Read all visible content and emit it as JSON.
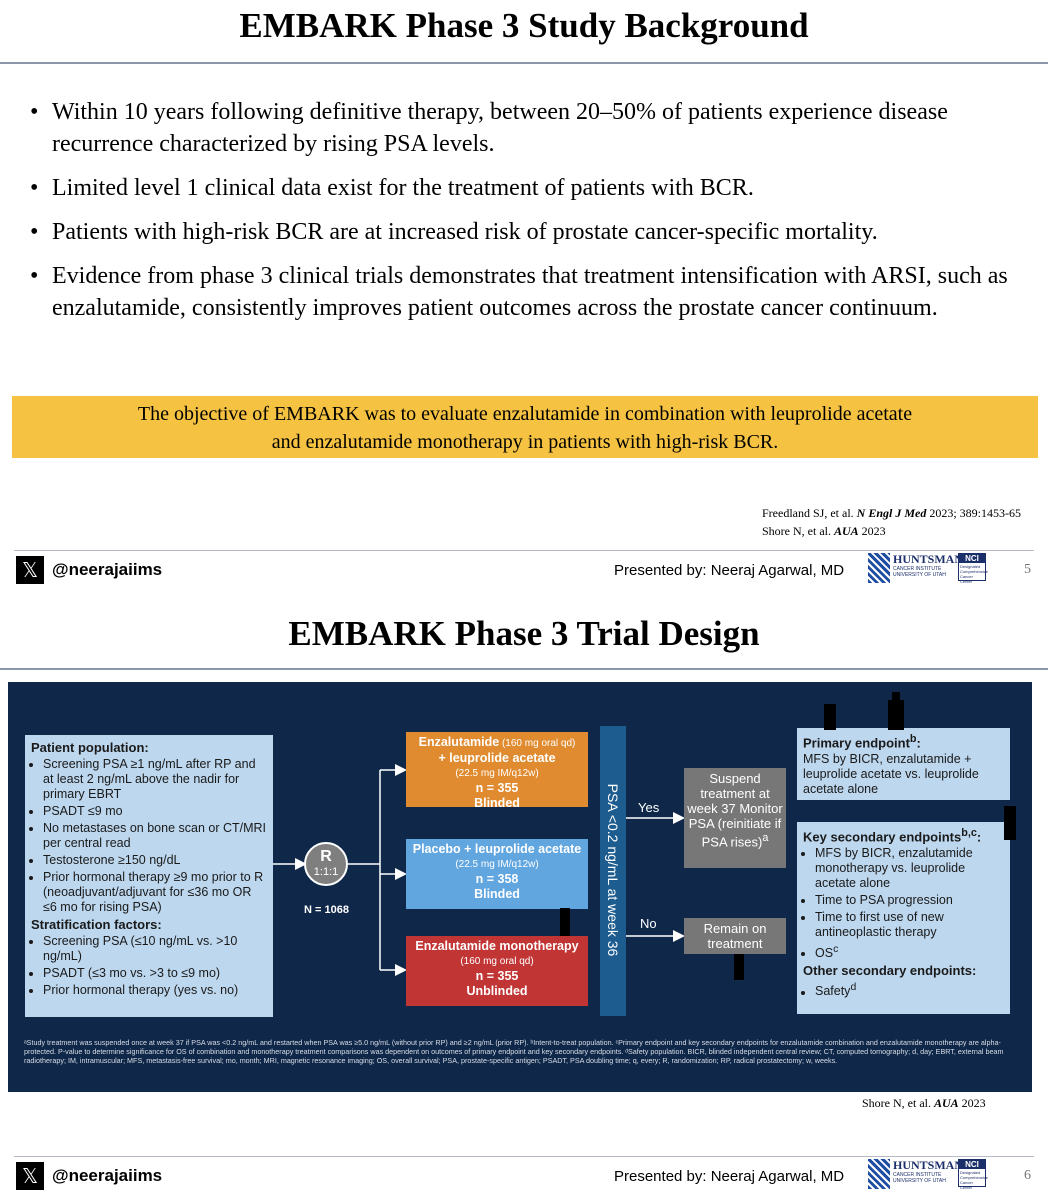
{
  "slide5": {
    "title": "EMBARK Phase 3 Study Background",
    "bullets": [
      "Within 10 years following definitive therapy, between 20–50% of patients experience disease recurrence characterized by rising PSA levels.",
      "Limited level 1 clinical data exist for the treatment of patients with BCR.",
      "Patients with high-risk BCR are at increased risk of prostate cancer-specific mortality.",
      "Evidence from phase 3 clinical trials demonstrates that treatment intensification with ARSI, such as enzalutamide, consistently improves patient outcomes across the prostate cancer continuum."
    ],
    "bullet_char": "•",
    "objective_line1": "The objective of EMBARK was to evaluate enzalutamide in combination with leuprolide acetate",
    "objective_line2": "and enzalutamide monotherapy in patients with high-risk BCR.",
    "ref1_prefix": "Freedland SJ, et al. ",
    "ref1_journal": "N Engl J Med",
    "ref1_suffix": " 2023; 389:1453-65",
    "ref2_prefix": "Shore N, et al. ",
    "ref2_journal": "AUA",
    "ref2_suffix": " 2023",
    "page": "5"
  },
  "slide6": {
    "title": "EMBARK Phase 3 Trial Design",
    "population_heading": "Patient population:",
    "population_items": [
      "Screening PSA ≥1 ng/mL after RP and at least 2 ng/mL above the nadir for primary EBRT",
      "PSADT ≤9 mo",
      "No metastases on bone scan or CT/MRI per central read",
      "Testosterone ≥150 ng/dL",
      "Prior hormonal therapy ≥9 mo prior to R (neoadjuvant/adjuvant for ≤36 mo OR ≤6 mo for rising PSA)"
    ],
    "strat_heading": "Stratification factors:",
    "strat_items": [
      "Screening PSA (≤10 ng/mL vs. >10 ng/mL)",
      "PSADT (≤3 mo vs. >3 to ≤9 mo)",
      "Prior hormonal therapy (yes vs. no)"
    ],
    "rand_letter": "R",
    "rand_ratio": "1:1:1",
    "n_total": "N = 1068",
    "arm1": {
      "name": "Enzalutamide",
      "name_dose": " (160 mg oral qd)",
      "line2": "+ leuprolide acetate",
      "dose": "(22.5 mg IM/q12w)",
      "n": "n = 355",
      "blind": "Blinded"
    },
    "arm2": {
      "name": "Placebo + leuprolide acetate",
      "dose": "(22.5 mg IM/q12w)",
      "n": "n = 358",
      "blind": "Blinded"
    },
    "arm3": {
      "name": "Enzalutamide monotherapy",
      "dose": "(160 mg oral qd)",
      "n": "n = 355",
      "blind": "Unblinded"
    },
    "psa_condition": "PSA <0.2 ng/mL at week 36",
    "yes": "Yes",
    "no": "No",
    "suspend_text": "Suspend treatment at week 37 Monitor PSA (reinitiate if PSA rises)",
    "suspend_sup": "a",
    "remain_text": "Remain on treatment",
    "primary_heading": "Primary endpoint",
    "primary_sup": "b",
    "primary_text": "MFS by BICR, enzalutamide + leuprolide acetate vs. leuprolide acetate alone",
    "key_heading": "Key secondary endpoints",
    "key_sup": "b,c",
    "key_items": [
      "MFS by BICR, enzalutamide monotherapy vs. leuprolide acetate alone",
      "Time to PSA progression",
      "Time to first use of new antineoplastic therapy"
    ],
    "os_label": "OS",
    "os_sup": "c",
    "other_heading": "Other secondary endpoints:",
    "safety_label": "Safety",
    "safety_sup": "d",
    "footnote": "ᵃStudy treatment was suspended once at week 37 if PSA was <0.2 ng/mL and restarted when PSA was ≥5.0 ng/mL (without prior RP) and ≥2 ng/mL (prior RP). ᵇIntent-to-treat population. ᶜPrimary endpoint and key secondary endpoints for enzalutamide combination and enzalutamide monotherapy are alpha-protected. P-value to determine significance for OS of combination and monotherapy treatment comparisons was dependent on outcomes of primary endpoint and key secondary endpoints. ᵈSafety population. BICR, blinded independent central review; CT, computed tomography; d, day; EBRT, external beam radiotherapy; IM, intramuscular; MFS, metastasis-free survival; mo, month; MRI, magnetic resonance imaging; OS, overall survival; PSA, prostate-specific antigen; PSADT, PSA doubling time; q, every; R, randomization; RP, radical prostatectomy; w, weeks.",
    "ref_prefix": "Shore N, et al. ",
    "ref_journal": "AUA",
    "ref_suffix": " 2023",
    "page": "6"
  },
  "footer": {
    "x_glyph": "𝕏",
    "handle": "@neerajaiims",
    "presenter": "Presented by: Neeraj Agarwal, MD",
    "logo_name": "HUNTSMAN",
    "logo_sub": "CANCER INSTITUTE UNIVERSITY OF UTAH",
    "nci_label": "NCI",
    "nci_sub": "Designated Comprehensive Cancer Center"
  },
  "colors": {
    "objective_bg": "#f5c242",
    "design_bg": "#0f2849",
    "arm1": "#e08b2f",
    "arm2": "#62a6e0",
    "arm3": "#c23535",
    "endpoint_box": "#bdd7ee"
  }
}
